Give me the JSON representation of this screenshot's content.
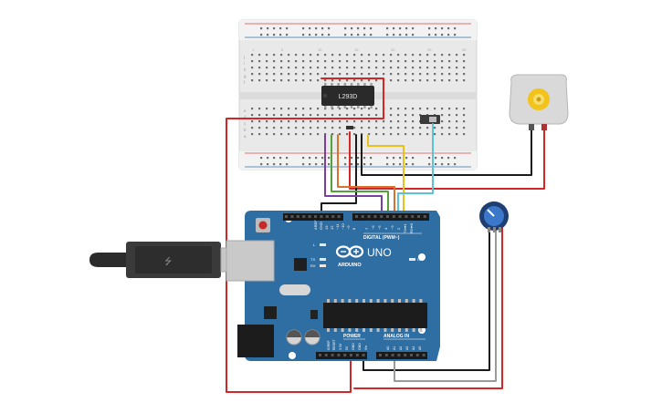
{
  "breadboard": {
    "row_labels_top": [
      "j",
      "i",
      "h",
      "g",
      "f"
    ],
    "row_labels_bottom": [
      "e",
      "d",
      "c",
      "b",
      "a"
    ],
    "column_numbers": [
      "1",
      "5",
      "10",
      "15",
      "20",
      "25",
      "30"
    ]
  },
  "chip": {
    "label": "L293D"
  },
  "arduino": {
    "model": "UNO",
    "brand": "ARDUINO",
    "digital_header_label": "DIGITAL (PWM~)",
    "power_header_label": "POWER",
    "analog_header_label": "ANALOG IN",
    "led_labels": {
      "l": "L",
      "tx": "TX",
      "rx": "RX",
      "on": "ON"
    },
    "top_pins": [
      "AREF",
      "GND",
      "13",
      "12",
      "~11",
      "~10",
      "~9",
      "8",
      "7",
      "~6",
      "~5",
      "4",
      "~3",
      "2",
      "TX➡1",
      "RX⬅0"
    ],
    "power_pins": [
      "IOREF",
      "RESET",
      "3.3V",
      "5V",
      "GND",
      "GND",
      "Vin"
    ],
    "analog_pins": [
      "A0",
      "A1",
      "A2",
      "A3",
      "A4",
      "A5"
    ]
  },
  "colors": {
    "board": "#2f6ea3",
    "wire_red": "#d32626",
    "wire_black": "#1a1a1a",
    "wire_purple": "#7b3fa0",
    "wire_green": "#55a23a",
    "wire_orange": "#d9722a",
    "wire_yellow": "#e8c21c",
    "wire_cyan": "#5bc3d6",
    "wire_gray": "#9a9a9a"
  }
}
